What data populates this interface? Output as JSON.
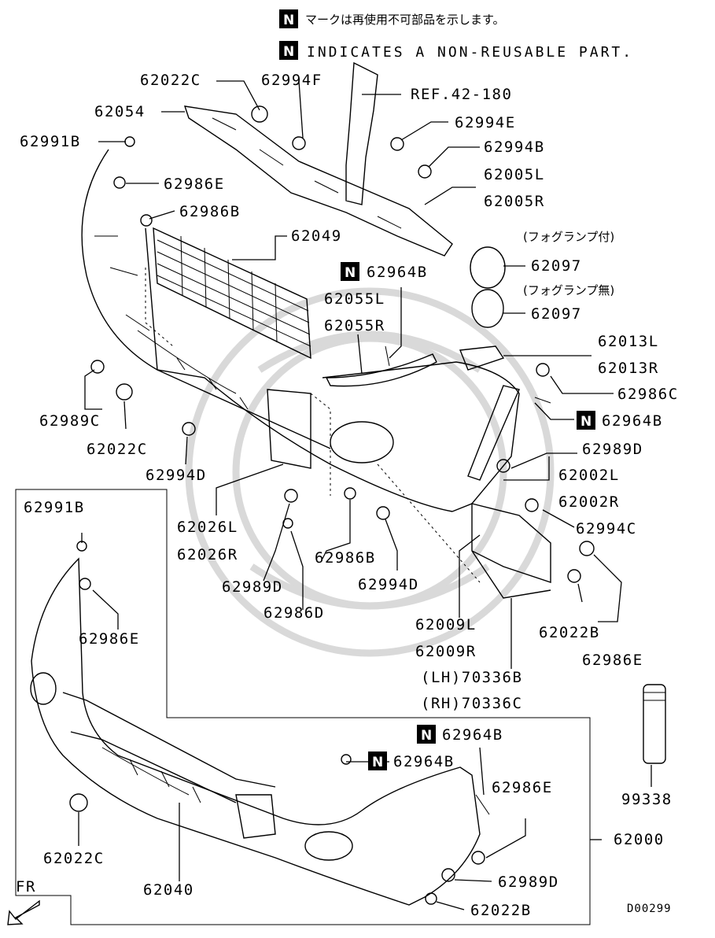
{
  "notes": {
    "jp": "マークは再使用不可部品を示します。",
    "en": "INDICATES A NON-REUSABLE PART.",
    "badge": "N"
  },
  "labels": {
    "p62022C_top": "62022C",
    "p62994F": "62994F",
    "ref": "REF.42-180",
    "p62054": "62054",
    "p62994E": "62994E",
    "p62991B_top": "62991B",
    "p62994B": "62994B",
    "p62986E_top": "62986E",
    "p62005L": "62005L",
    "p62005R": "62005R",
    "p62986B_top": "62986B",
    "p62049": "62049",
    "fog_with": "(フォグランプ付)",
    "p62097_a": "62097",
    "p62964B_a": "62964B",
    "fog_without": "(フォグランプ無)",
    "p62055L": "62055L",
    "p62097_b": "62097",
    "p62055R": "62055R",
    "p62013L": "62013L",
    "p62013R": "62013R",
    "p62986C": "62986C",
    "p62989C": "62989C",
    "p62964B_b": "62964B",
    "p62022C_mid": "62022C",
    "p62989D_right": "62989D",
    "p62994D_left": "62994D",
    "p62002L": "62002L",
    "p62002R": "62002R",
    "p62991B_low": "62991B",
    "p62026L": "62026L",
    "p62994C": "62994C",
    "p62026R": "62026R",
    "p62986B_mid": "62986B",
    "p62994D_mid": "62994D",
    "p62989D_mid": "62989D",
    "p62986D": "62986D",
    "p62986E_left": "62986E",
    "p62009L": "62009L",
    "p62022B_right": "62022B",
    "p62009R": "62009R",
    "p62986E_right": "62986E",
    "lh": "(LH)70336B",
    "rh": "(RH)70336C",
    "p62964B_c": "62964B",
    "p62964B_d": "62964B",
    "p62986E_low": "62986E",
    "p99338": "99338",
    "p62000": "62000",
    "p62022C_low": "62022C",
    "p62989D_low": "62989D",
    "p62040": "62040",
    "fr": "FR",
    "p62022B_low": "62022B",
    "code": "D00299"
  }
}
